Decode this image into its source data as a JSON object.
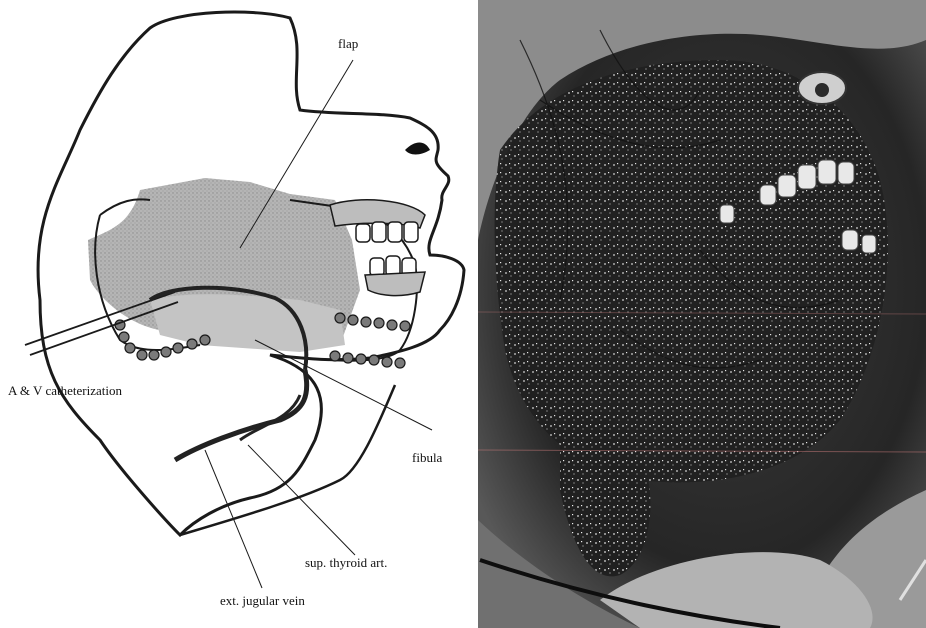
{
  "figure": {
    "labels": {
      "flap": "flap",
      "catheterization": "A & V catheterization",
      "fibula": "fibula",
      "sup_thyroid_art": "sup. thyroid art.",
      "ext_jugular_vein": "ext. jugular vein"
    }
  },
  "colors": {
    "outline": "#1a1a1a",
    "flap_fill": "#a9a9a9",
    "bone_fill": "#c8c8c8",
    "vein": "#222222",
    "photo_dark": "#1b1b1b",
    "photo_mid": "#4a4a4a",
    "photo_light": "#9a9a9a"
  }
}
